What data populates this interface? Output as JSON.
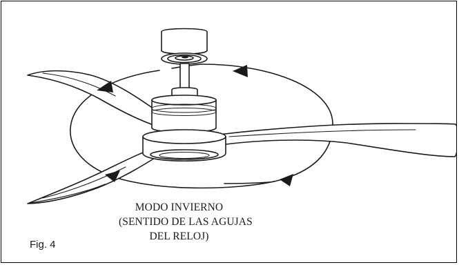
{
  "caption": {
    "line1": "MODO INVIERNO",
    "line2": "(SENTIDO DE LAS AGUJAS",
    "line3": "DEL RELOJ)"
  },
  "figure_label": "Fig. 4",
  "colors": {
    "stroke": "#1a1a1a",
    "background": "#ffffff",
    "border": "#000000"
  },
  "icons": {
    "rotation_arrows": "clockwise-arrow-icon"
  }
}
